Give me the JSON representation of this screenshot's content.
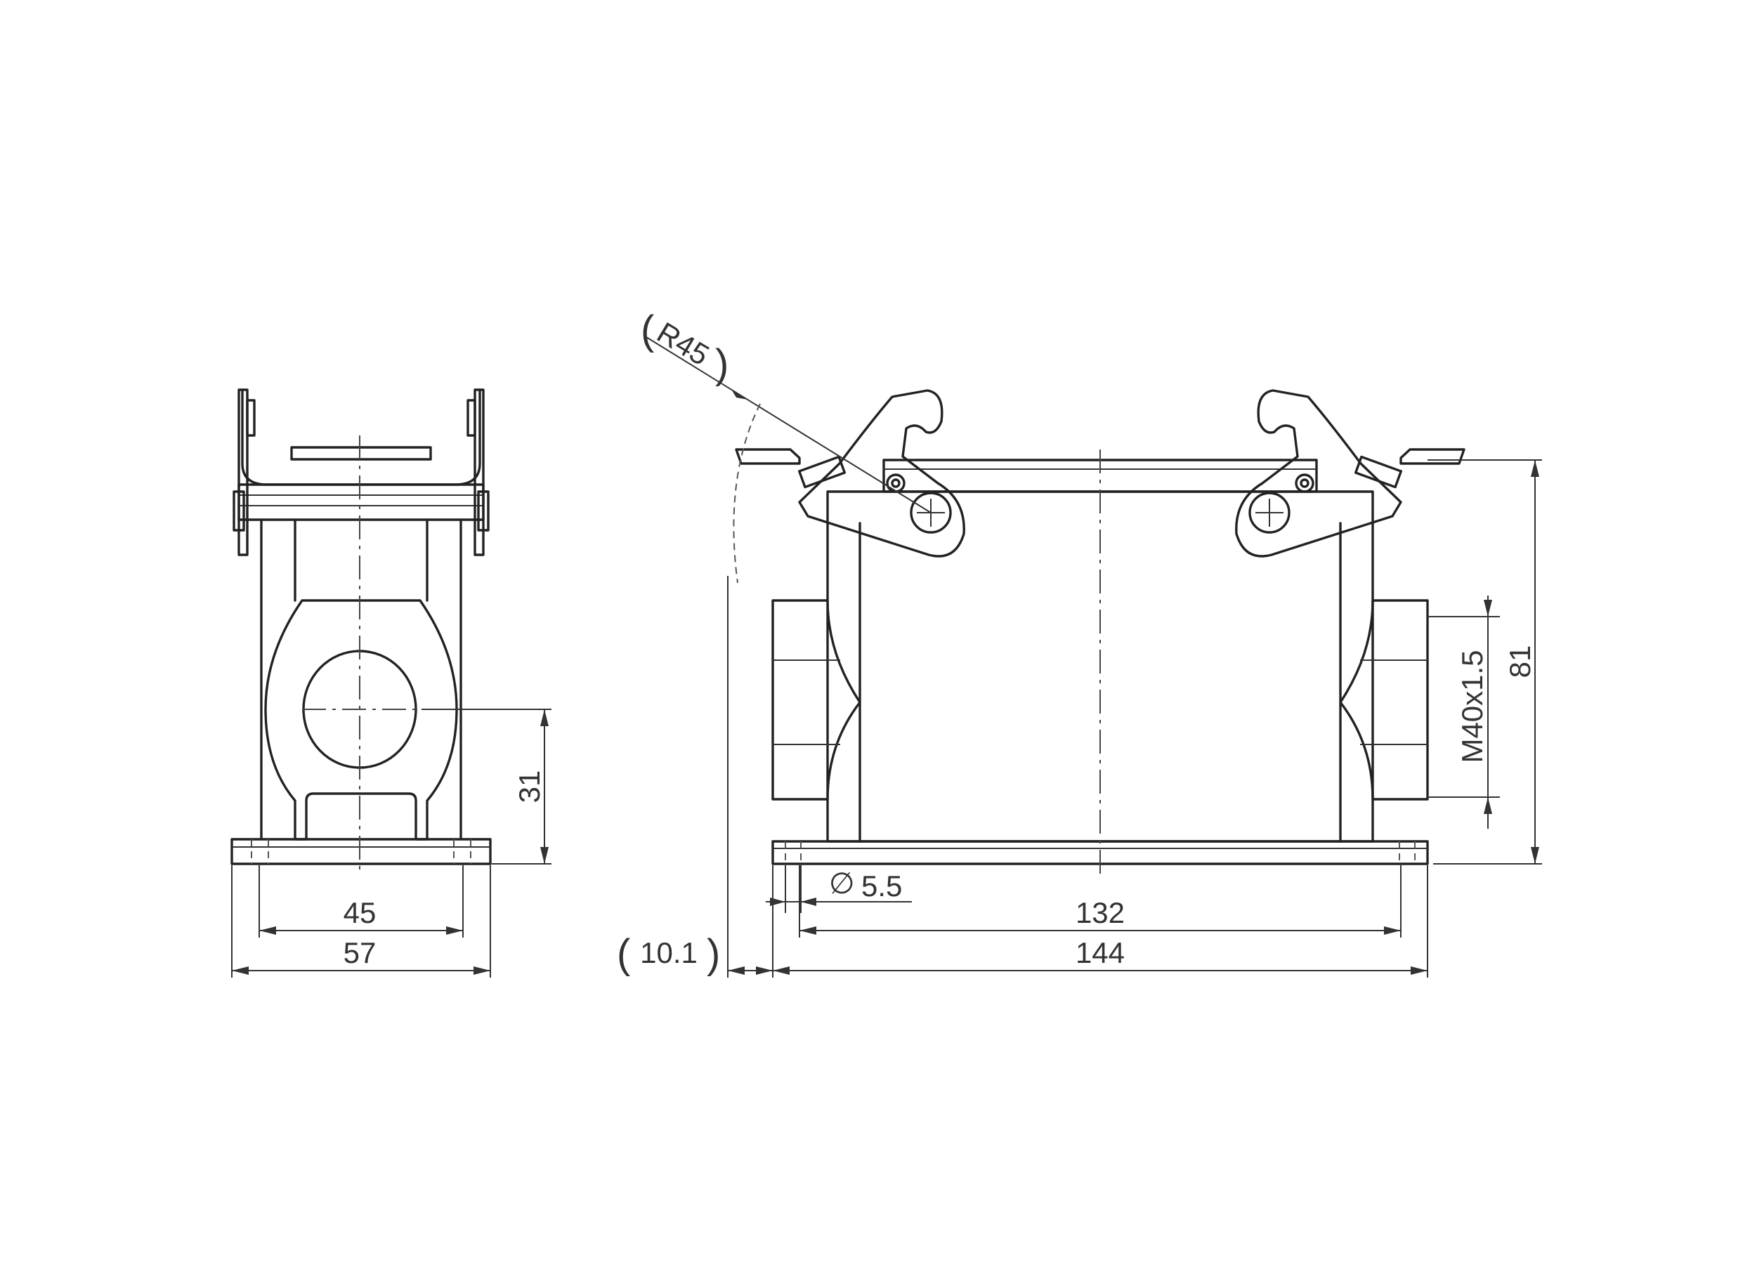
{
  "drawing": {
    "dimensions": {
      "d45": "45",
      "d57": "57",
      "d31": "31",
      "r45": "R45",
      "hole_symbol": "∅",
      "hole": "5.5",
      "d132": "132",
      "d144": "144",
      "d10_1": "10.1",
      "d81": "81",
      "thread": "M40x1.5"
    },
    "colors": {
      "line": "#222222",
      "background": "#ffffff"
    }
  }
}
